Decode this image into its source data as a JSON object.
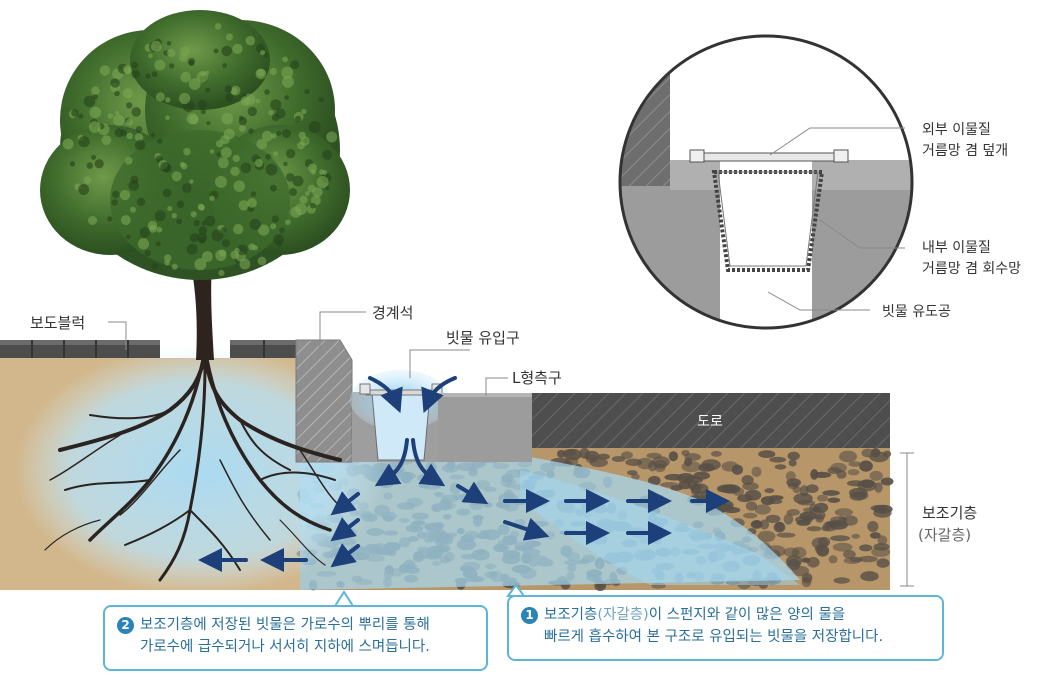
{
  "labels": {
    "sidewalk_block": "보도블럭",
    "curb_stone": "경계석",
    "rain_inlet": "빗물 유입구",
    "l_gutter": "L형측구",
    "road": "도로",
    "subbase_line1": "보조기층",
    "subbase_line2": "(자갈층)",
    "outer_filter_line1": "외부 이물질",
    "outer_filter_line2": "거름망 겸 덮개",
    "inner_filter_line1": "내부 이물질",
    "inner_filter_line2": "거름망 겸 회수망",
    "guide_hole": "빗물 유도공"
  },
  "callouts": [
    {
      "num": "2",
      "line1": "보조기층에 저장된 빗물은 가로수의 뿌리를 통해",
      "line2": "가로수에 급수되거나 서서히 지하에 스며듭니다."
    },
    {
      "num": "1",
      "line1_a": "보조기층",
      "line1_b": "(자갈층)",
      "line1_c": "이 스펀지와 같이 많은 양의 물을",
      "line2": "빠르게 흡수하여 본 구조로 유입되는 빗물을 저장합니다."
    }
  ],
  "colors": {
    "soil": "#d2b78c",
    "gravel_bg": "#b79669",
    "stone": "#585047",
    "water": "#9fd8f5",
    "arrow": "#1d3f7a",
    "concrete": "#9e9e9e",
    "asphalt": "#5a5a5a",
    "callout_border": "#5fb5d8"
  }
}
